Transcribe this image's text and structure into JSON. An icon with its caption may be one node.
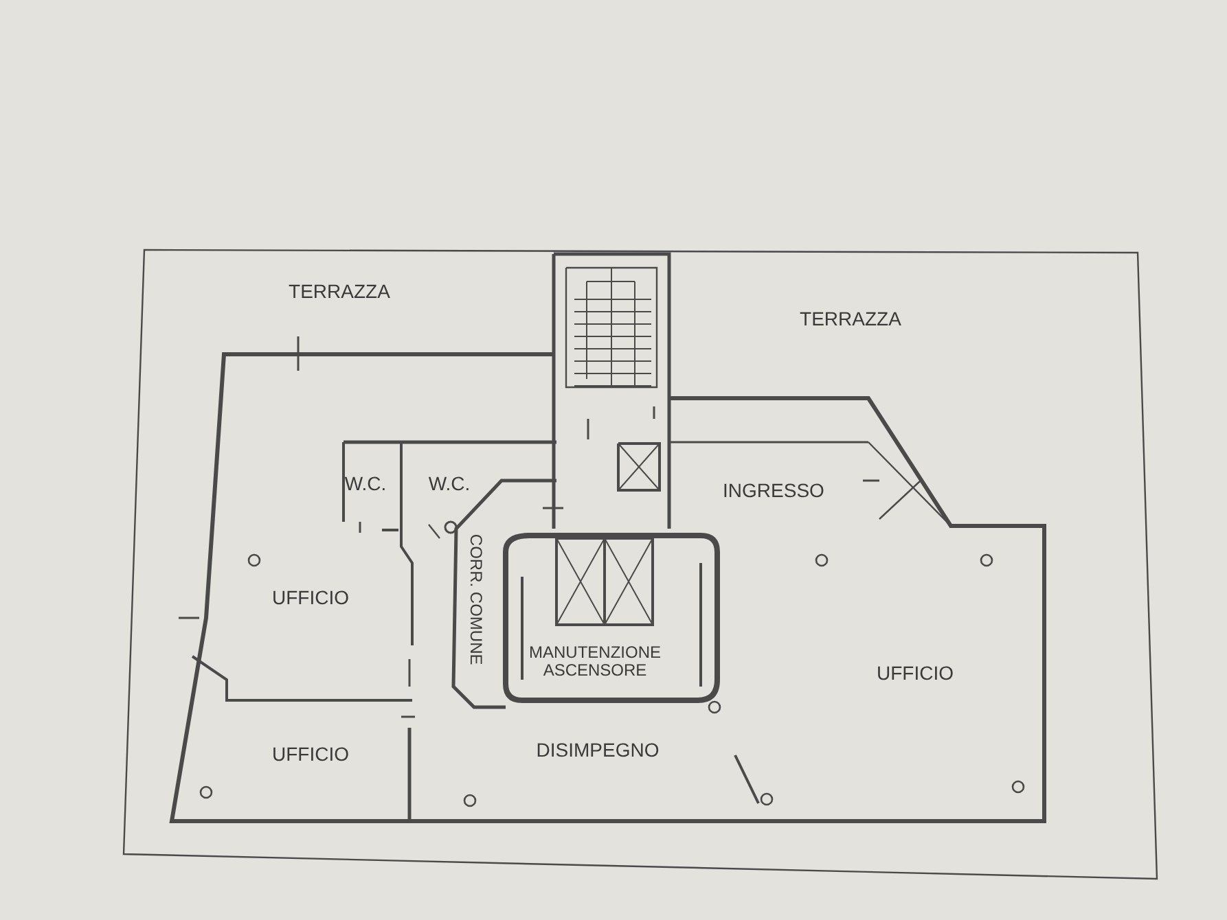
{
  "diagram": {
    "labels": [
      "TERRAZZA",
      "TERRAZZA",
      "W.C.",
      "W.C.",
      "INGRESSO",
      "UFFICIO",
      "CORR. COMUNE",
      "MANUTENZIONE ASCENSORE",
      "UFFICIO",
      "UFFICIO",
      "DISIMPEGNO"
    ]
  }
}
